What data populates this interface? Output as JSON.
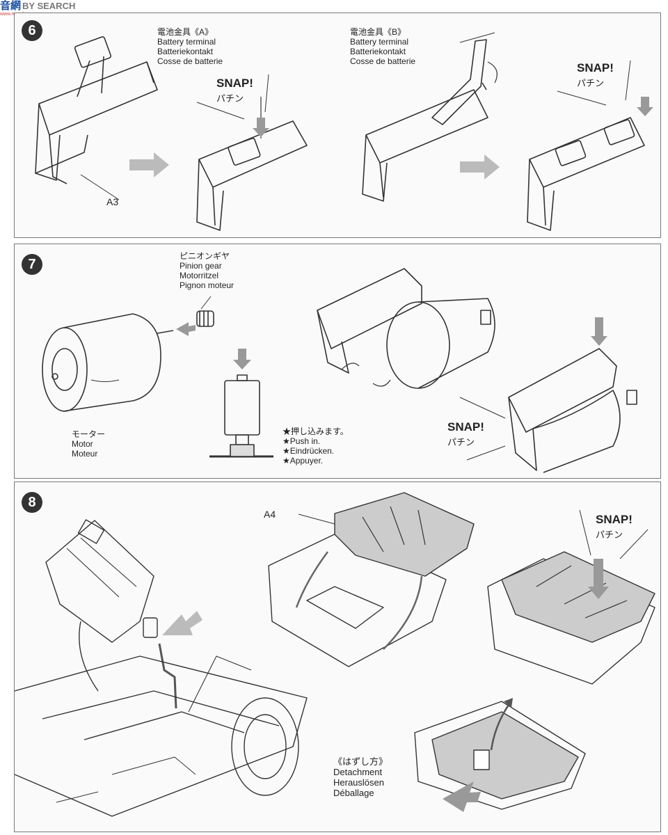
{
  "watermark": {
    "ja": "音網",
    "en": "BY SEARCH",
    "url": "www.mo-shop.com"
  },
  "step6": {
    "number": "6",
    "terminal_a": {
      "ja": "電池金具《A》",
      "en": "Battery terminal",
      "de": "Batteriekontakt",
      "fr": "Cosse de batterie"
    },
    "terminal_b": {
      "ja": "電池金具《B》",
      "en": "Battery terminal",
      "de": "Batteriekontakt",
      "fr": "Cosse de batterie"
    },
    "snap1": {
      "en": "SNAP!",
      "ja": "パチン"
    },
    "snap2": {
      "en": "SNAP!",
      "ja": "パチン"
    },
    "part_tag": "A3"
  },
  "step7": {
    "number": "7",
    "pinion": {
      "ja": "ピニオンギヤ",
      "en": "Pinion gear",
      "de": "Motorritzel",
      "fr": "Pignon moteur"
    },
    "motor": {
      "ja": "モーター",
      "en": "Motor",
      "fr": "Moteur"
    },
    "push": {
      "ja": "★押し込みます。",
      "en": "★Push in.",
      "de": "★Eindrücken.",
      "fr": "★Appuyer."
    },
    "snap": {
      "en": "SNAP!",
      "ja": "パチン"
    }
  },
  "step8": {
    "number": "8",
    "part_tag": "A4",
    "snap": {
      "en": "SNAP!",
      "ja": "パチン"
    },
    "detach": {
      "ja": "《はずし方》",
      "en": "Detachment",
      "de": "Herauslösen",
      "fr": "Déballage"
    }
  }
}
